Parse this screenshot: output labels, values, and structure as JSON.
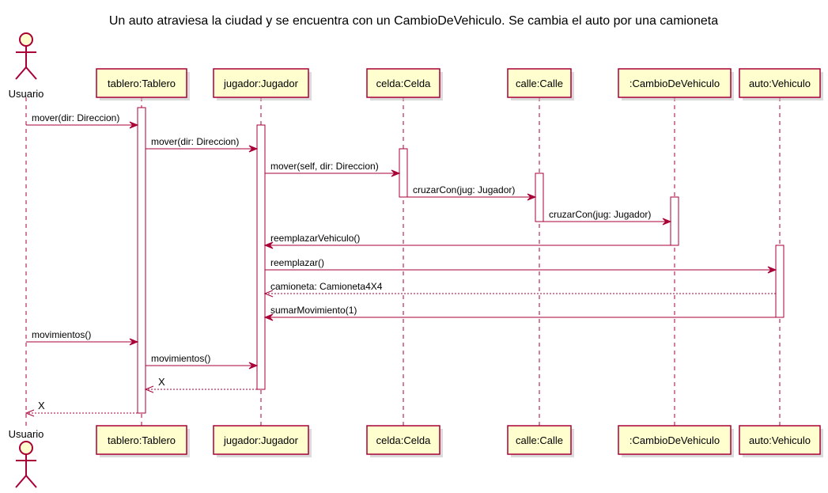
{
  "title": "Un auto atraviesa la ciudad y se encuentra con un CambioDeVehiculo. Se cambia el auto por una camioneta",
  "participants": [
    {
      "id": "usuario",
      "label": "Usuario",
      "kind": "actor"
    },
    {
      "id": "tablero",
      "label": "tablero:Tablero",
      "kind": "participant"
    },
    {
      "id": "jugador",
      "label": "jugador:Jugador",
      "kind": "participant"
    },
    {
      "id": "celda",
      "label": "celda:Celda",
      "kind": "participant"
    },
    {
      "id": "calle",
      "label": "calle:Calle",
      "kind": "participant"
    },
    {
      "id": "cambio",
      "label": ":CambioDeVehiculo",
      "kind": "participant"
    },
    {
      "id": "auto",
      "label": "auto:Vehiculo",
      "kind": "participant"
    }
  ],
  "messages": [
    {
      "from": "usuario",
      "to": "tablero",
      "label": "mover(dir: Direccion)",
      "style": "sync"
    },
    {
      "from": "tablero",
      "to": "jugador",
      "label": "mover(dir: Direccion)",
      "style": "sync"
    },
    {
      "from": "jugador",
      "to": "celda",
      "label": "mover(self, dir: Direccion)",
      "style": "sync"
    },
    {
      "from": "celda",
      "to": "calle",
      "label": "cruzarCon(jug: Jugador)",
      "style": "sync"
    },
    {
      "from": "calle",
      "to": "cambio",
      "label": "cruzarCon(jug: Jugador)",
      "style": "sync"
    },
    {
      "from": "cambio",
      "to": "jugador",
      "label": "reemplazarVehiculo()",
      "style": "sync"
    },
    {
      "from": "jugador",
      "to": "auto",
      "label": "reemplazar()",
      "style": "sync"
    },
    {
      "from": "auto",
      "to": "jugador",
      "label": "camioneta: Camioneta4X4",
      "style": "return"
    },
    {
      "from": "auto",
      "to": "jugador",
      "label": "sumarMovimiento(1)",
      "style": "sync"
    },
    {
      "from": "usuario",
      "to": "tablero",
      "label": "movimientos()",
      "style": "sync"
    },
    {
      "from": "tablero",
      "to": "jugador",
      "label": "movimientos()",
      "style": "sync"
    },
    {
      "from": "jugador",
      "to": "tablero",
      "label": "X",
      "style": "return"
    },
    {
      "from": "tablero",
      "to": "usuario",
      "label": "X",
      "style": "return"
    }
  ]
}
